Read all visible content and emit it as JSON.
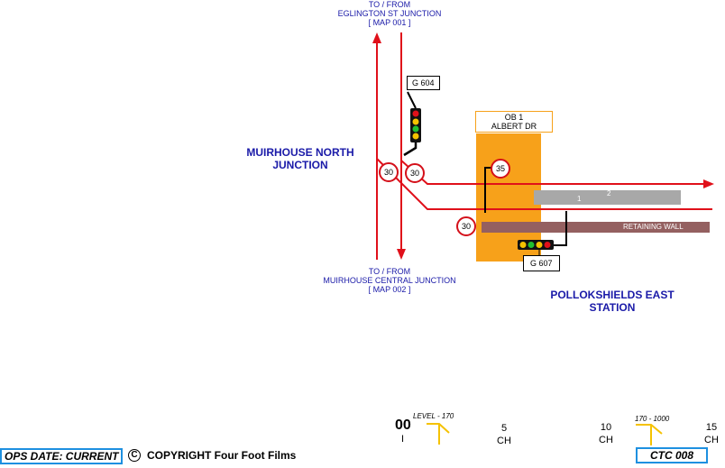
{
  "labels": {
    "top_route": [
      "TO / FROM",
      "EGLINGTON ST JUNCTION",
      "[ MAP 001 ]"
    ],
    "bottom_route": [
      "TO / FROM",
      "MUIRHOUSE CENTRAL JUNCTION",
      "[ MAP 002 ]"
    ],
    "muirhouse_north": "MUIRHOUSE NORTH\nJUNCTION",
    "pollokshields": "POLLOKSHIELDS EAST\nSTATION",
    "ob_box": "OB 1\nALBERT DR",
    "signal_g604": "G 604",
    "signal_g607": "G 607",
    "retaining_wall": "RETAINING WALL",
    "platform_1": "1",
    "platform_2": "2"
  },
  "speeds": {
    "s1": "30",
    "s2": "30",
    "s3": "35",
    "s4": "30"
  },
  "footer": {
    "ops_date": "OPS DATE: CURRENT",
    "copyright_symbol": "C",
    "copyright": "COPYRIGHT Four Foot Films",
    "ctc": "CTC 008",
    "level_left": "LEVEL - 170",
    "level_right": "170 - 1000",
    "mile_zero": "00",
    "mile_tick": "I",
    "ch5": "5\nCH",
    "ch10": "10\nCH",
    "ch15": "15\nCH"
  },
  "colors": {
    "track": "#e0101a",
    "blue_text": "#1a1aa8",
    "orange": "#f7a11a",
    "platform_grey": "#a8a8a8",
    "wall": "#946060",
    "ctc_border": "#1e90e0"
  }
}
